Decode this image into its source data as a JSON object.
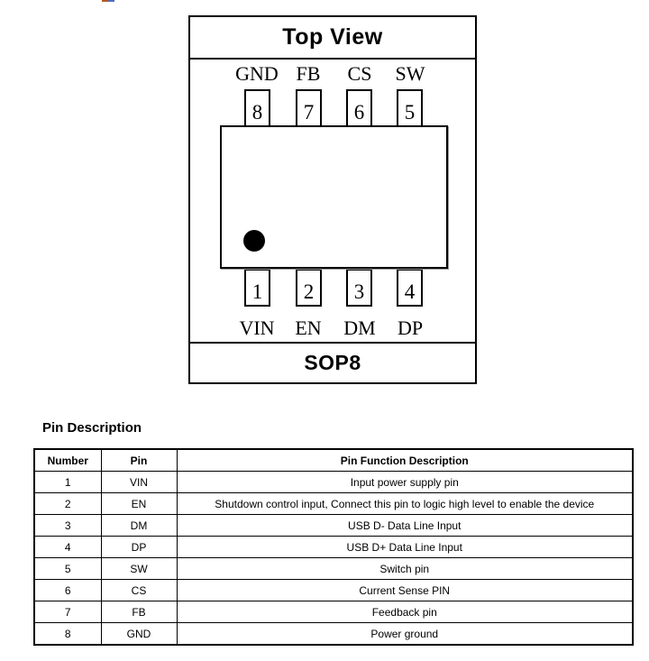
{
  "page": {
    "top_artifact_colors": [
      "#b35a1f",
      "#4f6fbf"
    ]
  },
  "diagram": {
    "title": "Top View",
    "package": "SOP8",
    "pin1_indicator": "black-dot",
    "top_pins": [
      {
        "number": "8",
        "label": "GND"
      },
      {
        "number": "7",
        "label": "FB"
      },
      {
        "number": "6",
        "label": "CS"
      },
      {
        "number": "5",
        "label": "SW"
      }
    ],
    "bottom_pins": [
      {
        "number": "1",
        "label": "VIN"
      },
      {
        "number": "2",
        "label": "EN"
      },
      {
        "number": "3",
        "label": "DM"
      },
      {
        "number": "4",
        "label": "DP"
      }
    ]
  },
  "pin_table": {
    "heading": "Pin Description",
    "columns": [
      "Number",
      "Pin",
      "Pin Function Description"
    ],
    "rows": [
      {
        "number": "1",
        "pin": "VIN",
        "description": "Input power supply pin"
      },
      {
        "number": "2",
        "pin": "EN",
        "description": "Shutdown control input, Connect this pin to logic high level to enable the device"
      },
      {
        "number": "3",
        "pin": "DM",
        "description": "USB D- Data Line Input"
      },
      {
        "number": "4",
        "pin": "DP",
        "description": "USB D+ Data Line Input"
      },
      {
        "number": "5",
        "pin": "SW",
        "description": "Switch pin"
      },
      {
        "number": "6",
        "pin": "CS",
        "description": "Current Sense PIN"
      },
      {
        "number": "7",
        "pin": "FB",
        "description": "Feedback pin"
      },
      {
        "number": "8",
        "pin": "GND",
        "description": "Power ground"
      }
    ]
  }
}
